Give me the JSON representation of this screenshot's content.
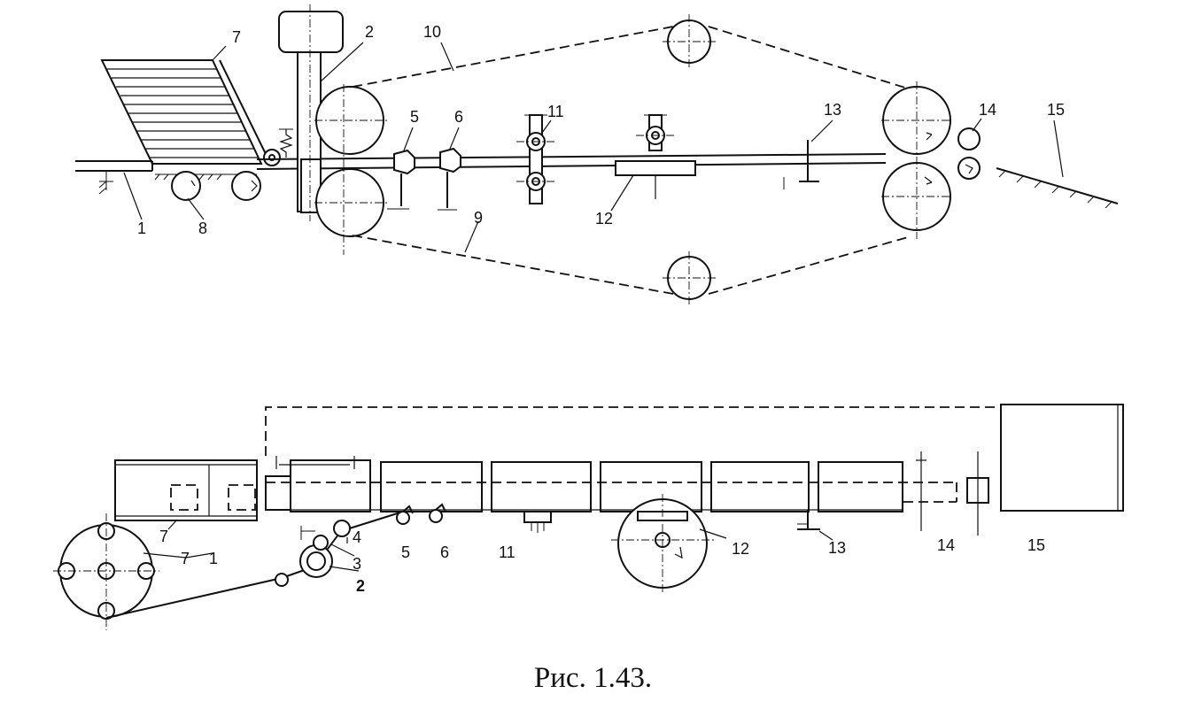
{
  "caption": "Рис. 1.43.",
  "top_view_labels": [
    "1",
    "2",
    "5",
    "6",
    "7",
    "8",
    "9",
    "10",
    "11",
    "12",
    "13",
    "14",
    "15"
  ],
  "bottom_view_labels": [
    "1",
    "2",
    "3",
    "4",
    "5",
    "6",
    "7",
    "11",
    "12",
    "13",
    "14",
    "15"
  ]
}
